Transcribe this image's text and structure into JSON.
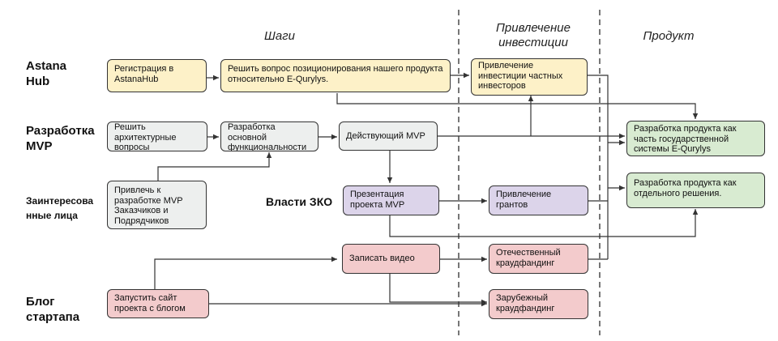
{
  "columns": {
    "steps": "Шаги",
    "investment": "Привлечение инвестиции",
    "product": "Продукт"
  },
  "lanes": {
    "astana_hub": "Astana Hub",
    "mvp_dev": "Разработка MVP",
    "stakeholders": "Заинтересова нные лица",
    "blog": "Блог стартапа"
  },
  "annotations": {
    "authorities": "Власти ЗКО"
  },
  "boxes": {
    "registration": "Регистрация в AstanaHub",
    "positioning": "Решить вопрос позиционирования нашего продукта относительно E-Qurylys.",
    "private_investors": "Привлечение инвестиции частных инвесторов",
    "arch_issues": "Решить архитектурные вопросы",
    "core_func": "Разработка основной функциональности",
    "working_mvp": "Действующий MVP",
    "attract_customers": "Привлечь к разработке MVP Заказчиков и Подрядчиков",
    "mvp_presentation": "Презентация проекта MVP",
    "grants": "Привлечение грантов",
    "record_video": "Записать видео",
    "domestic_crowdfunding": "Отечественный краудфандинг",
    "launch_site": "Запустить сайт проекта с блогом",
    "foreign_crowdfunding": "Зарубежный краудфандинг",
    "product_gov": "Разработка продукта как часть государственной системы E-Qurylys",
    "product_standalone": "Разработка продукта как отдельного решения."
  },
  "colors": {
    "yellow": "#fdf1c8",
    "gray": "#edefee",
    "purple": "#dcd4ea",
    "pink": "#f3cbcc",
    "green": "#d8ebd1",
    "line": "#333333"
  }
}
